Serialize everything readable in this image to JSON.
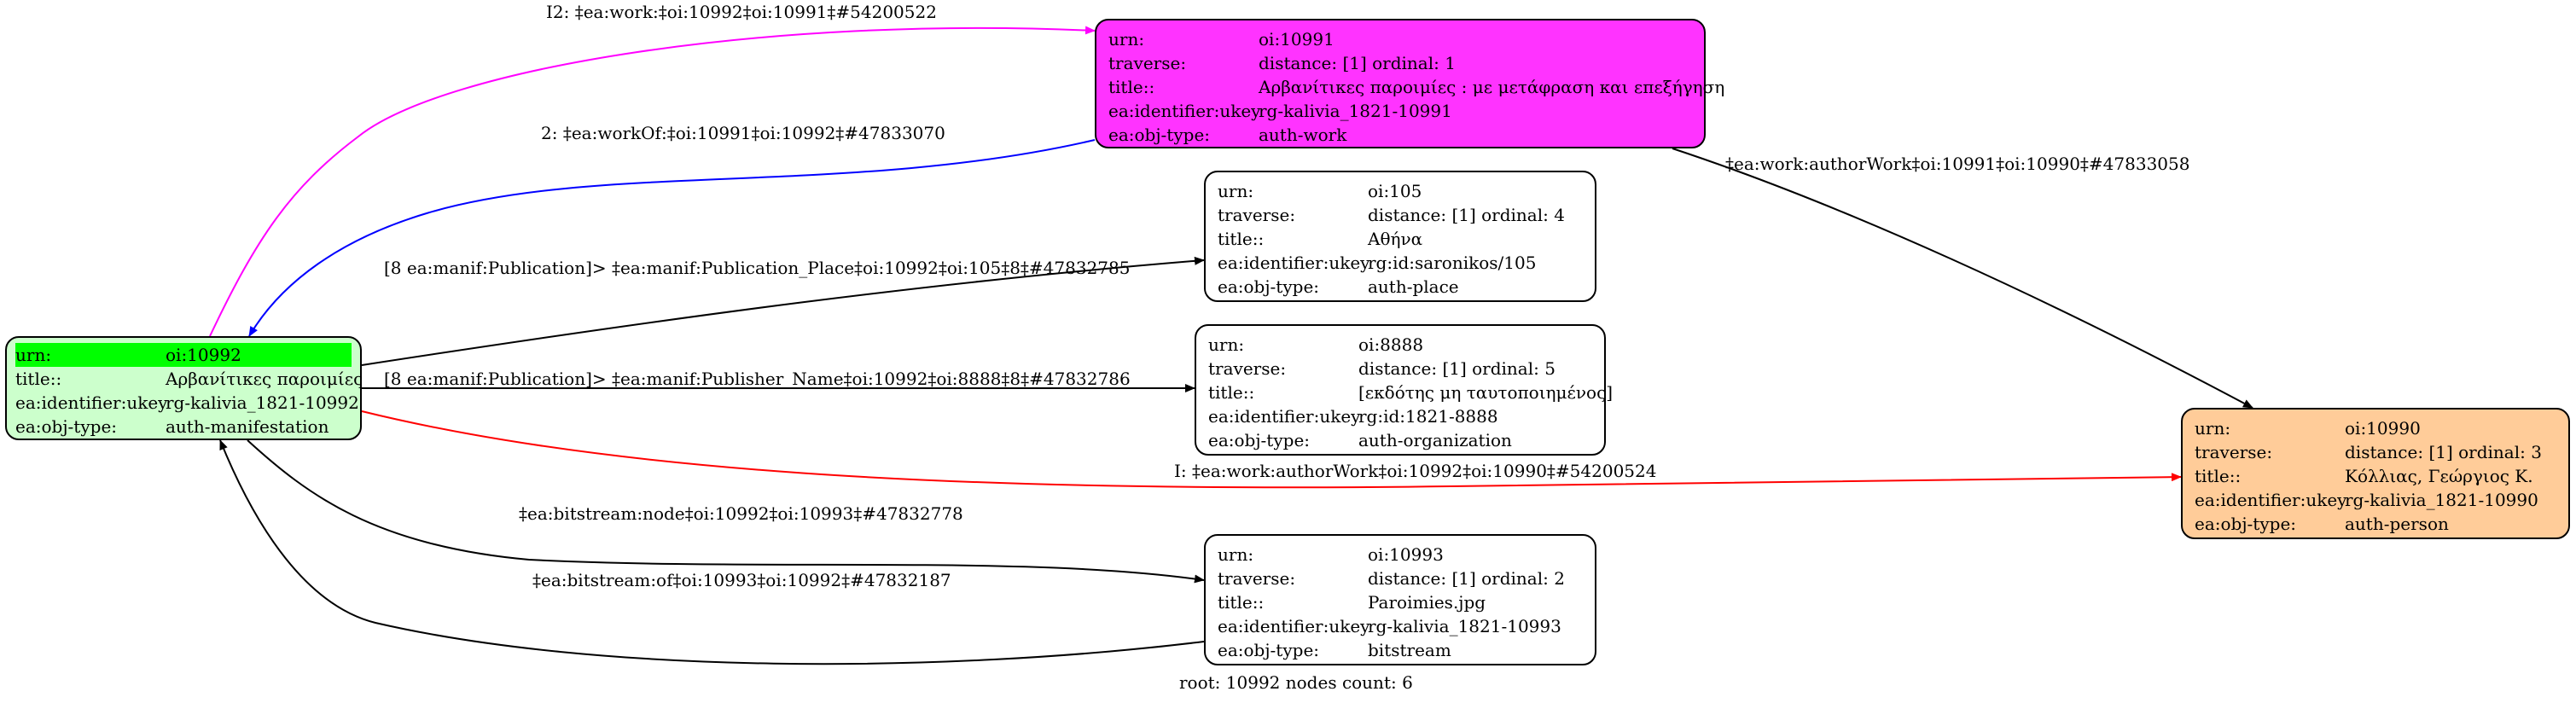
{
  "colors": {
    "root": "#ccffcc",
    "root_highlight": "#00ff00",
    "work": "#ff33ff",
    "person": "#ffcc99",
    "plain": "#ffffff",
    "edge_magenta": "#ff00ff",
    "edge_blue": "#0000ff",
    "edge_red": "#ff0000",
    "edge_black": "#000000"
  },
  "nodes": {
    "root": {
      "rows": [
        {
          "k": "urn:",
          "v": "oi:10992"
        },
        {
          "k": "title::",
          "v": "Αρβανίτικες παροιμίες"
        },
        {
          "k": "ea:identifier:ukey",
          "v": "rg-kalivia_1821-10992"
        },
        {
          "k": "ea:obj-type:",
          "v": "auth-manifestation"
        }
      ]
    },
    "work": {
      "rows": [
        {
          "k": "urn:",
          "v": "oi:10991"
        },
        {
          "k": "traverse:",
          "v": "distance: [1]     ordinal: 1"
        },
        {
          "k": "title::",
          "v": "Αρβανίτικες παροιμίες : με μετάφραση και επεξήγηση"
        },
        {
          "k": "ea:identifier:ukey",
          "v": "rg-kalivia_1821-10991"
        },
        {
          "k": "ea:obj-type:",
          "v": "auth-work"
        }
      ]
    },
    "place": {
      "rows": [
        {
          "k": "urn:",
          "v": "oi:105"
        },
        {
          "k": "traverse:",
          "v": "distance: [1]     ordinal: 4"
        },
        {
          "k": "title::",
          "v": "Αθήνα"
        },
        {
          "k": "ea:identifier:ukey",
          "v": "rg:id:saronikos/105"
        },
        {
          "k": "ea:obj-type:",
          "v": "auth-place"
        }
      ]
    },
    "org": {
      "rows": [
        {
          "k": "urn:",
          "v": "oi:8888"
        },
        {
          "k": "traverse:",
          "v": "distance: [1]     ordinal: 5"
        },
        {
          "k": "title::",
          "v": "[εκδότης μη ταυτοποιημένος]"
        },
        {
          "k": "ea:identifier:ukey",
          "v": "rg:id:1821-8888"
        },
        {
          "k": "ea:obj-type:",
          "v": "auth-organization"
        }
      ]
    },
    "bitstream": {
      "rows": [
        {
          "k": "urn:",
          "v": "oi:10993"
        },
        {
          "k": "traverse:",
          "v": "distance: [1]     ordinal: 2"
        },
        {
          "k": "title::",
          "v": "Paroimies.jpg"
        },
        {
          "k": "ea:identifier:ukey",
          "v": "rg-kalivia_1821-10993"
        },
        {
          "k": "ea:obj-type:",
          "v": "bitstream"
        }
      ]
    },
    "person": {
      "rows": [
        {
          "k": "urn:",
          "v": "oi:10990"
        },
        {
          "k": "traverse:",
          "v": "distance: [1]     ordinal: 3"
        },
        {
          "k": "title::",
          "v": "Κόλλιας, Γεώργιος Κ."
        },
        {
          "k": "ea:identifier:ukey",
          "v": "rg-kalivia_1821-10990"
        },
        {
          "k": "ea:obj-type:",
          "v": "auth-person"
        }
      ]
    }
  },
  "edges": {
    "i2": "I2: ‡ea:work:‡oi:10992‡oi:10991‡#54200522",
    "work_of": "2: ‡ea:workOf:‡oi:10991‡oi:10992‡#47833070",
    "author_work": "‡ea:work:authorWork‡oi:10991‡oi:10990‡#47833058",
    "pub_place": "[8 ea:manif:Publication]> ‡ea:manif:Publication_Place‡oi:10992‡oi:105‡8‡#47832785",
    "pub_name": "[8 ea:manif:Publication]> ‡ea:manif:Publisher_Name‡oi:10992‡oi:8888‡8‡#47832786",
    "i_author": "I: ‡ea:work:authorWork‡oi:10992‡oi:10990‡#54200524",
    "bitstream_node": "‡ea:bitstream:node‡oi:10992‡oi:10993‡#47832778",
    "bitstream_of": "‡ea:bitstream:of‡oi:10993‡oi:10992‡#47832187"
  },
  "caption": "root: 10992 nodes count: 6"
}
